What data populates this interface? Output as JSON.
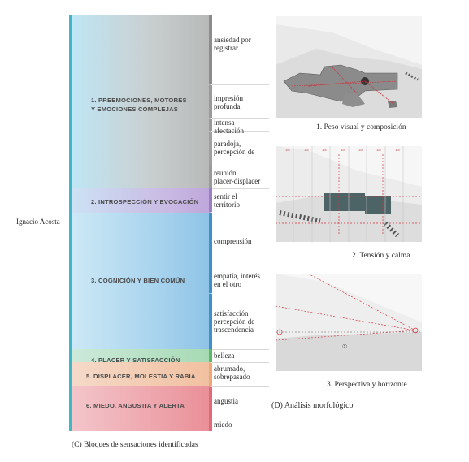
{
  "author": "Ignacio Acosta",
  "groups": [
    {
      "label": "1. PREEMOCIONES, MOTORES Y EMOCIONES COMPLEJAS",
      "line1": "1. PREEMOCIONES, MOTORES",
      "line2": "Y EMOCIONES COMPLEJAS",
      "color": "#c2c7c9"
    },
    {
      "label": "2. INTROSPECCIÓN Y EVOCACIÓN",
      "color": "#c9b3dc"
    },
    {
      "label": "3. COGNICIÓN Y BIEN COMÚN",
      "color": "#a9d3ec"
    },
    {
      "label": "4. PLACER Y SATISFACCIÓN",
      "color": "#a7dcae"
    },
    {
      "label": "5. DISPLACER, MOLESTIA Y RABIA",
      "color": "#f3c5a7"
    },
    {
      "label": "6. MIEDO, ANGUSTIA Y ALERTA",
      "color": "#ee9ea4"
    }
  ],
  "sensations": [
    {
      "line1": "ansiedad por",
      "line2": "registrar"
    },
    {
      "line1": "impresión",
      "line2": "profunda"
    },
    {
      "line1": "intensa",
      "line2": "afectación"
    },
    {
      "line1": "paradoja,",
      "line2": "percepción de"
    },
    {
      "line1": "reunión",
      "line2": "placer-displacer"
    },
    {
      "line1": "sentir el",
      "line2": "territorio"
    },
    {
      "line1": "comprensión",
      "line2": ""
    },
    {
      "line1": "empatía, interés",
      "line2": "en el otro"
    },
    {
      "line1": "satisfacción",
      "line2": "percepción de",
      "line3": "trascendencia"
    },
    {
      "line1": "belleza",
      "line2": ""
    },
    {
      "line1": "abrumado,",
      "line2": "sobrepasado"
    },
    {
      "line1": "angustia",
      "line2": ""
    },
    {
      "line1": "miedo",
      "line2": ""
    }
  ],
  "captions": {
    "c": "(C) Bloques de sensaciones identificadas",
    "d": "(D) Análisis morfológico",
    "fig1": "1. Peso visual y composición",
    "fig2": "2. Tensión y calma",
    "fig3": "3. Perspectiva y horizonte"
  },
  "grid_labels": [
    "1/8",
    "1/8",
    "1/8",
    "1/8",
    "1/8",
    "1/8",
    "1/8"
  ],
  "marker_label": "①"
}
